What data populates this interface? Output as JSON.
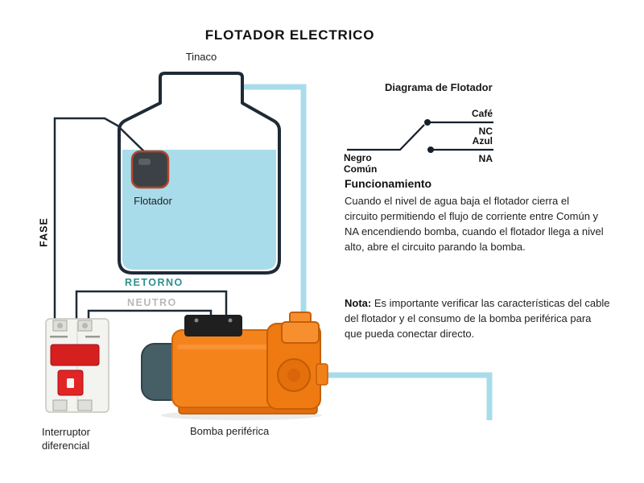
{
  "title": "FLOTADOR ELECTRICO",
  "tank": {
    "label": "Tinaco",
    "float_label": "Flotador"
  },
  "wires": {
    "fase": "FASE",
    "retorno": "RETORNO",
    "neutro": "NEUTRO"
  },
  "float_diagram": {
    "title": "Diagrama de Flotador",
    "nc_wire_color": "Café",
    "nc_terminal": "NC",
    "na_wire_color": "Azul",
    "na_terminal": "NA",
    "common_wire_color": "Negro",
    "common_terminal": "Común"
  },
  "funcionamiento": {
    "heading": "Funcionamiento",
    "body": "Cuando el nivel de agua baja el flotador cierra el circuito permitiendo el flujo de corriente entre Común y NA encendiendo bomba, cuando el flotador llega a nivel alto, abre el circuito parando la bomba."
  },
  "nota": {
    "label": "Nota:",
    "body": "Es importante verificar las características del cable del flotador y el consumo de la bomba periférica para que pueda conectar directo."
  },
  "labels": {
    "breaker": "Interruptor diferencial",
    "pump": "Bomba periférica"
  },
  "colors": {
    "outline_dark": "#1e2a36",
    "water_blue": "#a9dcea",
    "retorno_teal": "#2e8f8f",
    "neutro_gray": "#b9b9b9",
    "pump_orange": "#f5831c",
    "breaker_red": "#d61f1f"
  }
}
